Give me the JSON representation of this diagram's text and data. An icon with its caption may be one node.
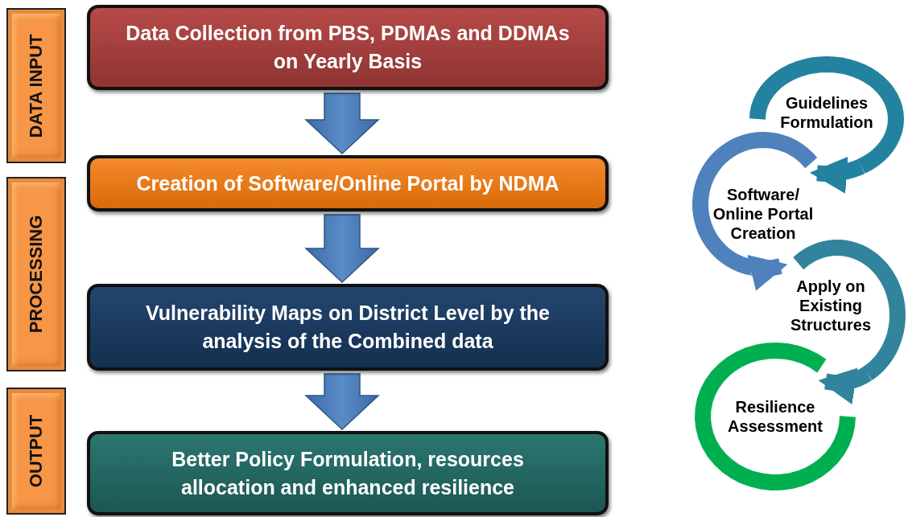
{
  "diagram": {
    "nodes": [
      {
        "text": [
          "DATA INPUT"
        ]
      },
      {
        "text": [
          "PROCESSING"
        ]
      },
      {
        "text": [
          "OUTPUT"
        ]
      },
      {
        "text": [
          "Data Collection from PBS, PDMAs and DDMAs on Yearly Basis"
        ]
      },
      {
        "text": [
          "Creation of Software/Online Portal by NDMA"
        ]
      },
      {
        "text": [
          "Vulnerability Maps on District Level by the analysis of the Combined data"
        ]
      },
      {
        "text": [
          "Better Policy Formulation, resources allocation and enhanced resilience"
        ]
      },
      {
        "text": [
          "Guidelines Formulation"
        ]
      },
      {
        "text": [
          "Software/ Online Portal Creation"
        ]
      },
      {
        "text": [
          "Apply on Existing Structures"
        ]
      },
      {
        "text": [
          "Resilience Assessment"
        ]
      }
    ],
    "edges": [
      {
        "from": 3,
        "to": 4,
        "arrow": "to",
        "style": "thick",
        "color": "#4f81bd"
      },
      {
        "from": 4,
        "to": 5,
        "arrow": "to",
        "style": "thick",
        "color": "#4f81bd"
      },
      {
        "from": 5,
        "to": 6,
        "arrow": "to",
        "style": "thick",
        "color": "#4f81bd"
      },
      {
        "from": 7,
        "to": 8,
        "arrow": "to",
        "color": "#23829f"
      },
      {
        "from": 8,
        "to": 9,
        "arrow": "to",
        "color": "#4f81bd"
      },
      {
        "from": 9,
        "to": 10,
        "arrow": "to",
        "color": "#31849b"
      }
    ]
  }
}
